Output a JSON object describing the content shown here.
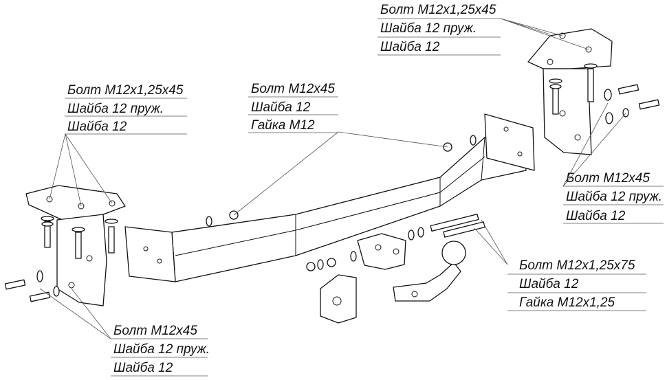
{
  "callouts": {
    "top_right": [
      "Болт М12х1,25х45",
      "Шайба 12 пруж.",
      "Шайба 12"
    ],
    "left_upper": [
      "Болт М12х1,25х45",
      "Шайба 12 пруж.",
      "Шайба 12"
    ],
    "center_top": [
      "Болт М12х45",
      "Шайба 12",
      "Гайка М12"
    ],
    "right_middle": [
      "Болт М12х45",
      "Шайба 12 пруж.",
      "Шайба 12"
    ],
    "right_bottom": [
      "Болт М12х1,25х75",
      "Шайба 12",
      "Гайка М12х1,25"
    ],
    "bottom_left": [
      "Болт М12х45",
      "Шайба 12 пруж.",
      "Шайба 12"
    ]
  }
}
